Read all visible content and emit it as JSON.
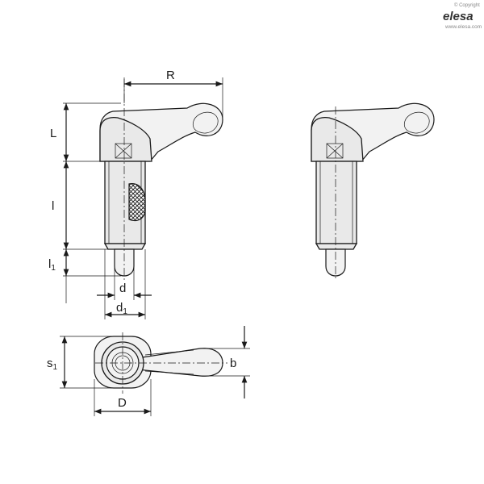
{
  "copyright": "© Copyright",
  "brand": "elesa",
  "website": "www.elesa.com",
  "dims": {
    "R": "R",
    "L": "L",
    "l": "l",
    "l1_base": "l",
    "l1_sub": "1",
    "d": "d",
    "d1_base": "d",
    "d1_sub": "1",
    "s1_base": "s",
    "s1_sub": "1",
    "b": "b",
    "D": "D"
  }
}
